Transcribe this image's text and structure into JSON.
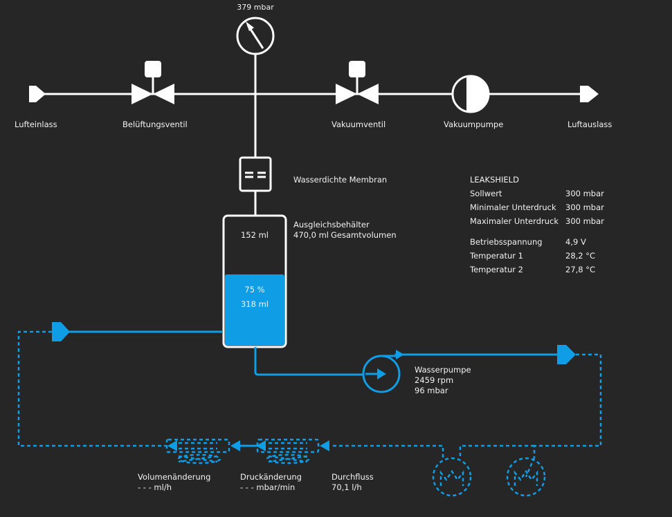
{
  "gauge": {
    "value": "379 mbar"
  },
  "air_path": {
    "inlet": "Lufteinlass",
    "vent_valve": "Belüftungsventil",
    "vacuum_valve": "Vakuumventil",
    "vacuum_pump": "Vakuumpumpe",
    "outlet": "Luftauslass"
  },
  "membrane": {
    "label": "Wasserdichte Membran"
  },
  "tank": {
    "label": "Ausgleichsbehälter",
    "total_volume": "470,0 ml",
    "total_volume_label": "Gesamtvolumen",
    "air_volume": "152 ml",
    "fill_percent": "75 %",
    "water_volume": "318 ml",
    "fill_fraction": 0.75
  },
  "water_pump": {
    "label": "Wasserpumpe",
    "speed": "2459 rpm",
    "pressure": "96 mbar"
  },
  "sensors": {
    "volume_change": {
      "label": "Volumenänderung",
      "value": "- - - ml/h"
    },
    "pressure_change": {
      "label": "Druckänderung",
      "value": "- - - mbar/min"
    },
    "flow": {
      "label": "Durchfluss",
      "value": "70,1 l/h"
    }
  },
  "info": {
    "title": "LEAKSHIELD",
    "rows_a": [
      {
        "label": "Sollwert",
        "value": "300 mbar"
      },
      {
        "label": "Minimaler Unterdruck",
        "value": "300 mbar"
      },
      {
        "label": "Maximaler Unterdruck",
        "value": "300 mbar"
      }
    ],
    "rows_b": [
      {
        "label": "Betriebsspannung",
        "value": "4,9 V"
      },
      {
        "label": "Temperatur 1",
        "value": "28,2 °C"
      },
      {
        "label": "Temperatur 2",
        "value": "27,8 °C"
      }
    ]
  },
  "colors": {
    "background": "#262626",
    "air_line": "#ffffff",
    "water": "#0f9ee6"
  }
}
